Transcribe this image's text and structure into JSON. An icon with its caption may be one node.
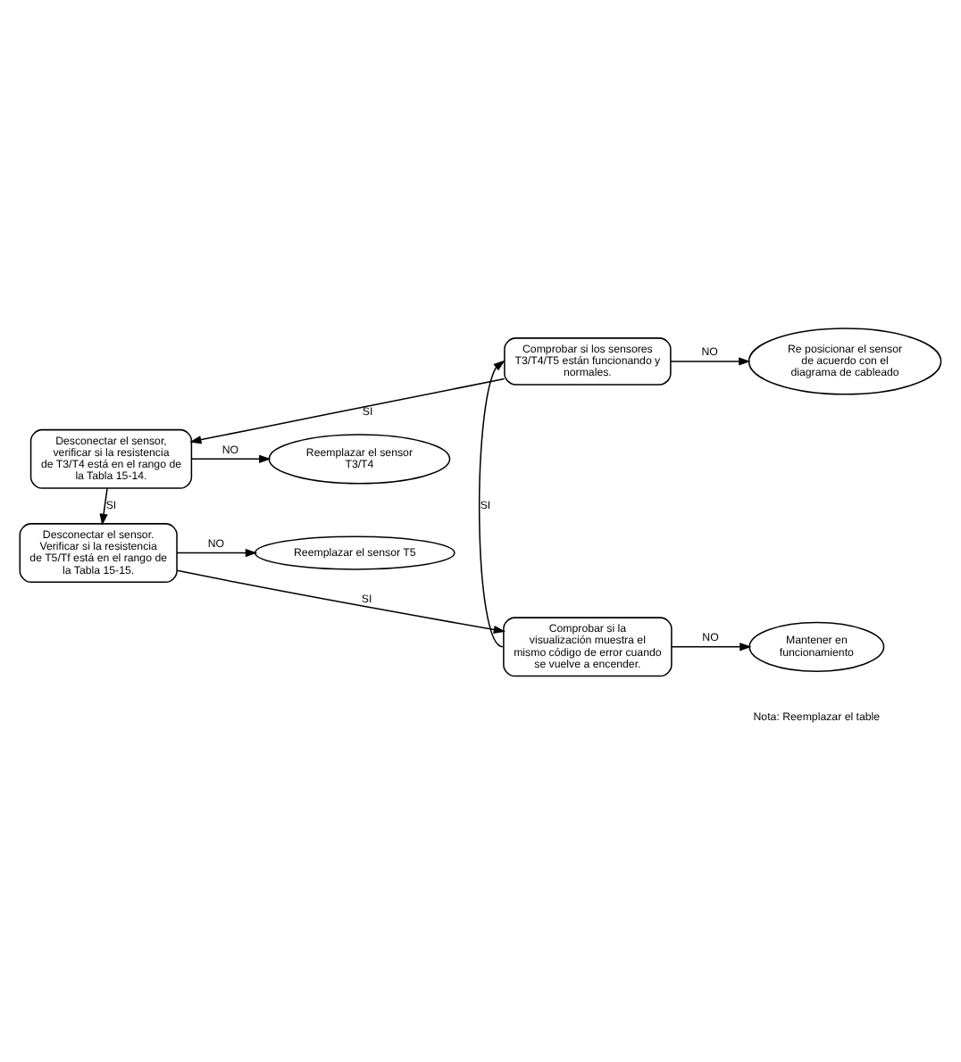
{
  "diagram": {
    "nodes": [
      {
        "text": [
          "Comprobar si los sensores T3/T4/T5 están funcionando y normales."
        ]
      },
      {
        "text": [
          "Re posicionar el sensor de acuerdo con el diagrama de cableado"
        ]
      },
      {
        "text": [
          "Desconectar el sensor, verificar si la resistencia de T3/T4 está en el rango de la Tabla 15-14."
        ]
      },
      {
        "text": [
          "Reemplazar el sensor T3/T4"
        ]
      },
      {
        "text": [
          "Desconectar el sensor. Verificar si la resistencia de T5/Tf está en el rango de la Tabla 15-15."
        ]
      },
      {
        "text": [
          "Reemplazar el sensor T5"
        ]
      },
      {
        "text": [
          "Comprobar si la visualización muestra el mismo código de error cuando se vuelve a encender."
        ]
      },
      {
        "text": [
          "Mantener en funcionamiento"
        ]
      }
    ],
    "edges": [
      {
        "from": 0,
        "to": 1,
        "arrow": "to",
        "label": "NO"
      },
      {
        "from": 0,
        "to": 2,
        "arrow": "to",
        "label": "SI"
      },
      {
        "from": 2,
        "to": 3,
        "arrow": "to",
        "label": "NO"
      },
      {
        "from": 2,
        "to": 4,
        "arrow": "to",
        "label": "SI"
      },
      {
        "from": 4,
        "to": 5,
        "arrow": "to",
        "label": "NO"
      },
      {
        "from": 4,
        "to": 6,
        "arrow": "to",
        "label": "SI"
      },
      {
        "from": 6,
        "to": 7,
        "arrow": "to",
        "label": "NO"
      },
      {
        "from": 6,
        "to": 0,
        "arrow": "to",
        "label": "SI"
      }
    ],
    "labels": [
      "Nota: Reemplazar el table"
    ]
  }
}
